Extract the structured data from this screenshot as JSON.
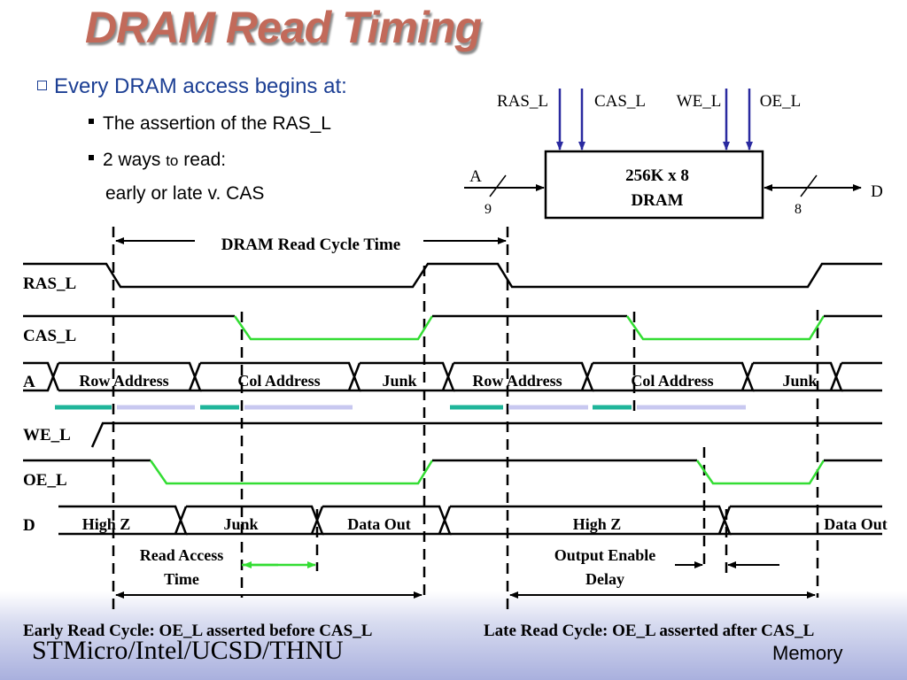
{
  "title": "DRAM Read Timing",
  "bullets": {
    "main": "Every DRAM access begins at:",
    "sub1": "The assertion of the RAS_L",
    "sub2_a": "2 ways",
    "sub2_b": "to",
    "sub2_c": "read:",
    "sub2_cont": "early or late v. CAS"
  },
  "chip": {
    "line1": "256K x 8",
    "line2": "DRAM",
    "pins": {
      "ras": "RAS_L",
      "cas": "CAS_L",
      "we": "WE_L",
      "oe": "OE_L"
    },
    "addr_label": "A",
    "addr_width": "9",
    "data_label": "D",
    "data_width": "8"
  },
  "timing": {
    "cycle_label": "DRAM Read Cycle Time",
    "signals": {
      "ras": "RAS_L",
      "cas": "CAS_L",
      "a": "A",
      "we": "WE_L",
      "oe": "OE_L",
      "d": "D"
    },
    "a_fields": [
      "Row Address",
      "Col Address",
      "Junk",
      "Row Address",
      "Col Address",
      "Junk"
    ],
    "d_fields": [
      "High Z",
      "Junk",
      "Data Out",
      "High Z",
      "Data Out"
    ],
    "read_access_1": "Read Access",
    "read_access_2": "Time",
    "oe_delay_1": "Output Enable",
    "oe_delay_2": "Delay",
    "early_caption": "Early Read Cycle: OE_L asserted before CAS_L",
    "late_caption": "Late Read Cycle: OE_L asserted after CAS_L"
  },
  "footer": {
    "left": "STMicro/Intel/UCSD/THNU",
    "right": "Memory"
  },
  "colors": {
    "title": "#c26a5a",
    "bullet_blue": "#1c3f94",
    "cas_green": "#33dd33",
    "teal": "#1fb59a",
    "lavender": "#c8c8f0",
    "pin_arrow": "#2a2aa0"
  }
}
